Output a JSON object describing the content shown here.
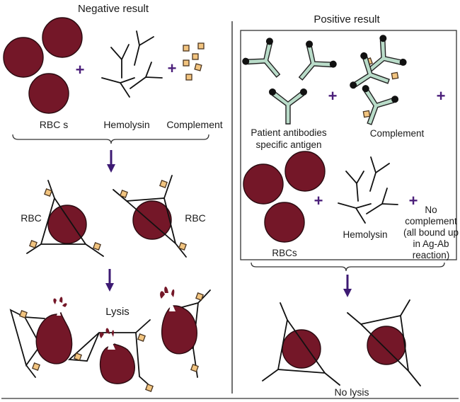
{
  "negative": {
    "title": "Negative result",
    "labels": {
      "rbcs": "RBC s",
      "hemolysin": "Hemolysin",
      "complement": "Complement",
      "rbc_left": "RBC",
      "rbc_right": "RBC",
      "lysis": "Lysis"
    }
  },
  "positive": {
    "title": "Positive result",
    "labels": {
      "patient_antibodies_line1": "Patient antibodies",
      "patient_antibodies_line2": "specific antigen",
      "complement": "Complement",
      "rbcs": "RBCs",
      "hemolysin": "Hemolysin",
      "no_complement_line1": "No",
      "no_complement_line2": "complement",
      "no_complement_line3": "(all bound up",
      "no_complement_line4": "in Ag-Ab",
      "no_complement_line5": "reaction)",
      "no_lysis": "No lysis"
    }
  },
  "symbols": {
    "plus": "+"
  },
  "colors": {
    "rbc": "#741728",
    "complement": "#f2c47f",
    "antibody": "#b9dcc9",
    "arrow": "#3d1a73",
    "plus": "#4b1f7a"
  }
}
